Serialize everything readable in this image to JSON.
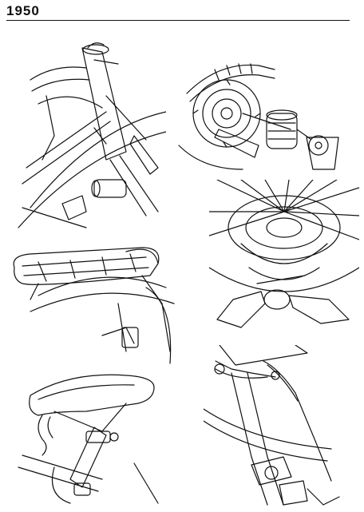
{
  "page": {
    "year": "1950"
  },
  "colors": {
    "ink": "#111111",
    "paper": "#ffffff"
  },
  "illustrations": [
    {
      "name": "frame-head-tube",
      "icon": "bicycle-frame-lamp-sketch"
    },
    {
      "name": "rear-derailleur",
      "icon": "derailleur-chain-sketch"
    },
    {
      "name": "hub-wing-nut",
      "icon": "hub-spokes-wingnut-sketch"
    },
    {
      "name": "luggage-carrier",
      "icon": "rack-carrier-sketch"
    },
    {
      "name": "saddle-clamp",
      "icon": "saddle-seatpost-sketch"
    },
    {
      "name": "brake-caliper",
      "icon": "caliper-brake-sketch"
    }
  ]
}
